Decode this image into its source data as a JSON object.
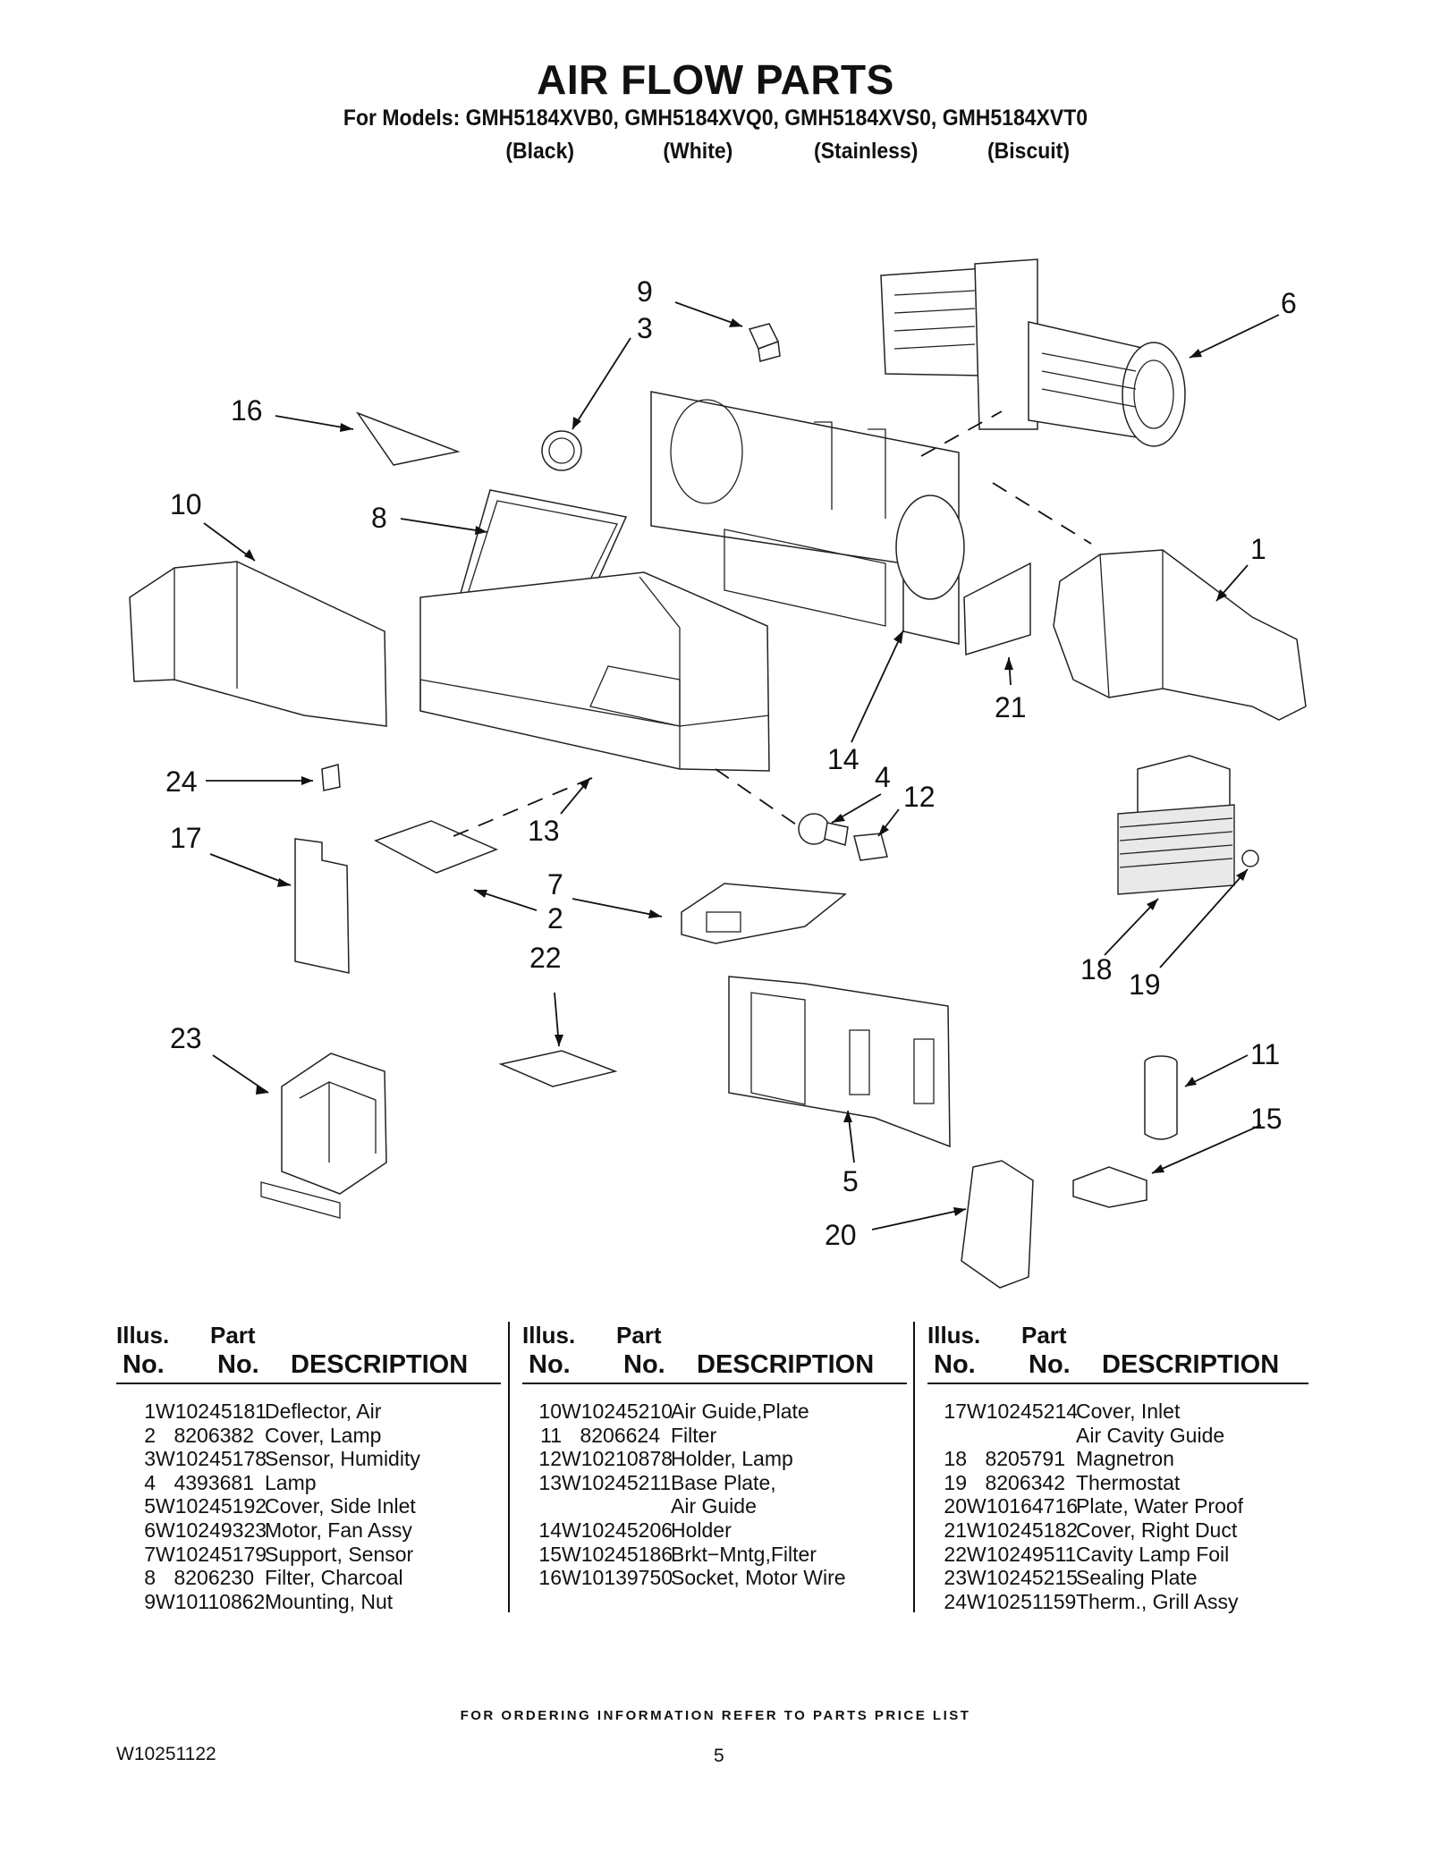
{
  "header": {
    "title": "AIR FLOW PARTS",
    "models": "For Models: GMH5184XVB0, GMH5184XVQ0, GMH5184XVS0, GMH5184XVT0",
    "colors": [
      "(Black)",
      "(White)",
      "(Stainless)",
      "(Biscuit)"
    ]
  },
  "diagram": {
    "callouts": [
      "9",
      "3",
      "6",
      "16",
      "10",
      "8",
      "1",
      "21",
      "14",
      "4",
      "12",
      "24",
      "17",
      "13",
      "7",
      "2",
      "22",
      "18",
      "19",
      "23",
      "11",
      "15",
      "5",
      "20"
    ]
  },
  "table": {
    "headers": {
      "illus": "Illus.",
      "no": "No.",
      "part": "Part",
      "part_no": "No.",
      "description": "DESCRIPTION"
    },
    "columns": [
      [
        {
          "illus": "1",
          "part": "W10245181",
          "desc": "Deflector, Air"
        },
        {
          "illus": "2",
          "part": "8206382",
          "desc": "Cover, Lamp"
        },
        {
          "illus": "3",
          "part": "W10245178",
          "desc": "Sensor, Humidity"
        },
        {
          "illus": "4",
          "part": "4393681",
          "desc": "Lamp"
        },
        {
          "illus": "5",
          "part": "W10245192",
          "desc": "Cover, Side Inlet"
        },
        {
          "illus": "6",
          "part": "W10249323",
          "desc": "Motor, Fan Assy"
        },
        {
          "illus": "7",
          "part": "W10245179",
          "desc": "Support, Sensor"
        },
        {
          "illus": "8",
          "part": "8206230",
          "desc": "Filter, Charcoal"
        },
        {
          "illus": "9",
          "part": "W10110862",
          "desc": "Mounting, Nut"
        }
      ],
      [
        {
          "illus": "10",
          "part": "W10245210",
          "desc": "Air Guide,Plate"
        },
        {
          "illus": "11",
          "part": "8206624",
          "desc": "Filter"
        },
        {
          "illus": "12",
          "part": "W10210878",
          "desc": "Holder, Lamp"
        },
        {
          "illus": "13",
          "part": "W10245211",
          "desc": "Base Plate,"
        },
        {
          "illus": "",
          "part": "",
          "desc": "Air Guide"
        },
        {
          "illus": "14",
          "part": "W10245206",
          "desc": "Holder"
        },
        {
          "illus": "15",
          "part": "W10245186",
          "desc": "Brkt−Mntg,Filter"
        },
        {
          "illus": "16",
          "part": "W10139750",
          "desc": "Socket, Motor Wire"
        }
      ],
      [
        {
          "illus": "17",
          "part": "W10245214",
          "desc": "Cover, Inlet"
        },
        {
          "illus": "",
          "part": "",
          "desc": "Air Cavity Guide"
        },
        {
          "illus": "18",
          "part": "8205791",
          "desc": "Magnetron"
        },
        {
          "illus": "19",
          "part": "8206342",
          "desc": "Thermostat"
        },
        {
          "illus": "20",
          "part": "W10164716",
          "desc": "Plate, Water Proof"
        },
        {
          "illus": "21",
          "part": "W10245182",
          "desc": "Cover, Right Duct"
        },
        {
          "illus": "22",
          "part": "W10249511",
          "desc": "Cavity Lamp Foil"
        },
        {
          "illus": "23",
          "part": "W10245215",
          "desc": "Sealing Plate"
        },
        {
          "illus": "24",
          "part": "W10251159",
          "desc": "Therm., Grill Assy"
        }
      ]
    ]
  },
  "footer": {
    "ordering_note": "FOR ORDERING INFORMATION REFER TO PARTS PRICE LIST",
    "doc_number": "W10251122",
    "page_number": "5"
  }
}
